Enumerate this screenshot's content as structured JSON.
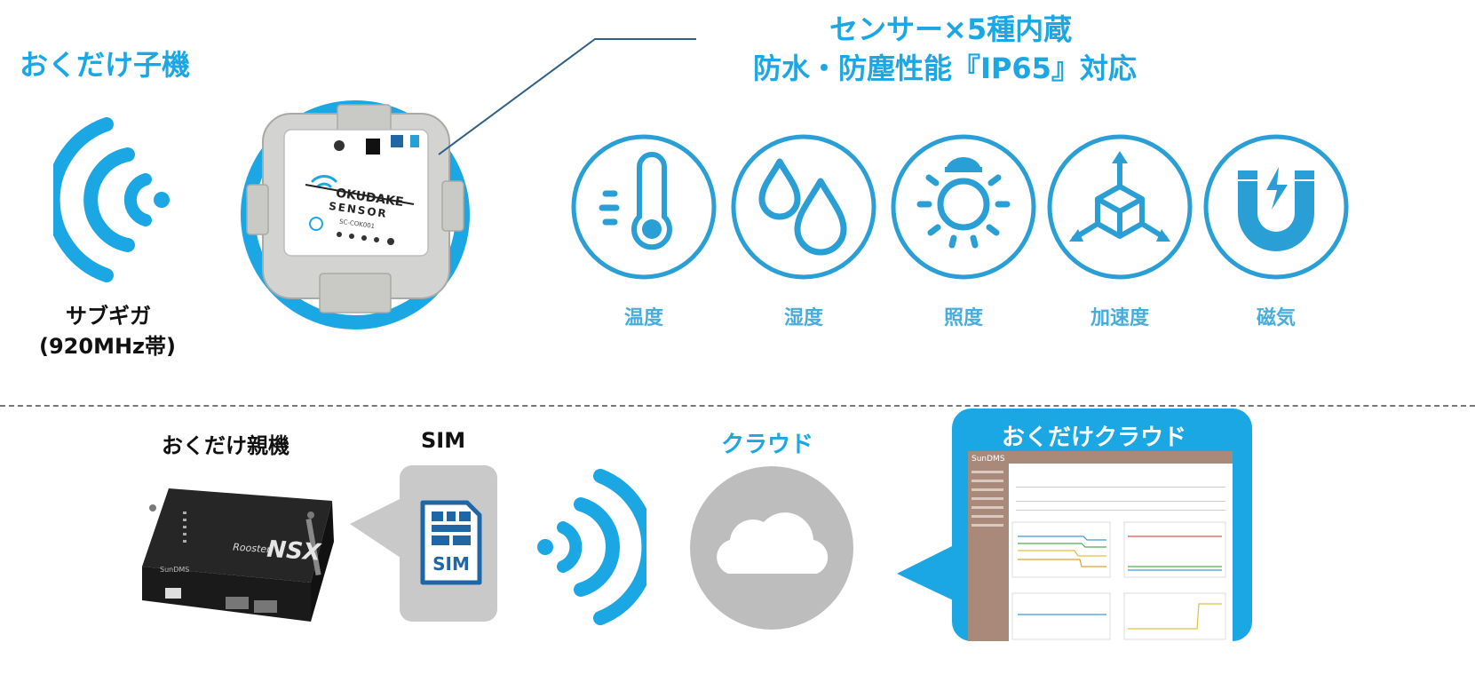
{
  "child": {
    "title": "おくだけ子機",
    "radio_label_1": "サブギガ",
    "radio_label_2": "(920MHz帯)",
    "device": {
      "logo_line1": "OKUDAKE",
      "logo_line2": "SENSOR",
      "model": "SC-COK001"
    }
  },
  "features": {
    "line1": "センサー×5種内蔵",
    "line2": "防水・防塵性能『IP65』対応"
  },
  "sensors": [
    {
      "label": "温度",
      "icon": "thermometer-icon"
    },
    {
      "label": "湿度",
      "icon": "water-drops-icon"
    },
    {
      "label": "照度",
      "icon": "light-bulb-icon"
    },
    {
      "label": "加速度",
      "icon": "acceleration-cube-icon"
    },
    {
      "label": "磁気",
      "icon": "magnet-icon"
    }
  ],
  "parent": {
    "title": "おくだけ親機",
    "router": {
      "brand": "Rooster",
      "model": "NSX",
      "maker": "SunDMS"
    }
  },
  "sim": {
    "title": "SIM",
    "card_label": "SIM"
  },
  "cloud": {
    "title": "クラウド"
  },
  "okudake_cloud": {
    "title": "おくだけクラウド",
    "app_brand": "SunDMS"
  },
  "colors": {
    "accent_blue": "#1aa7e3",
    "icon_blue": "#2a9fd6",
    "cloud_grey": "#bdbdbd",
    "sim_grey": "#c9c9c9",
    "sim_card_blue": "#1f66a7",
    "dashboard_brown": "#a8897a"
  }
}
